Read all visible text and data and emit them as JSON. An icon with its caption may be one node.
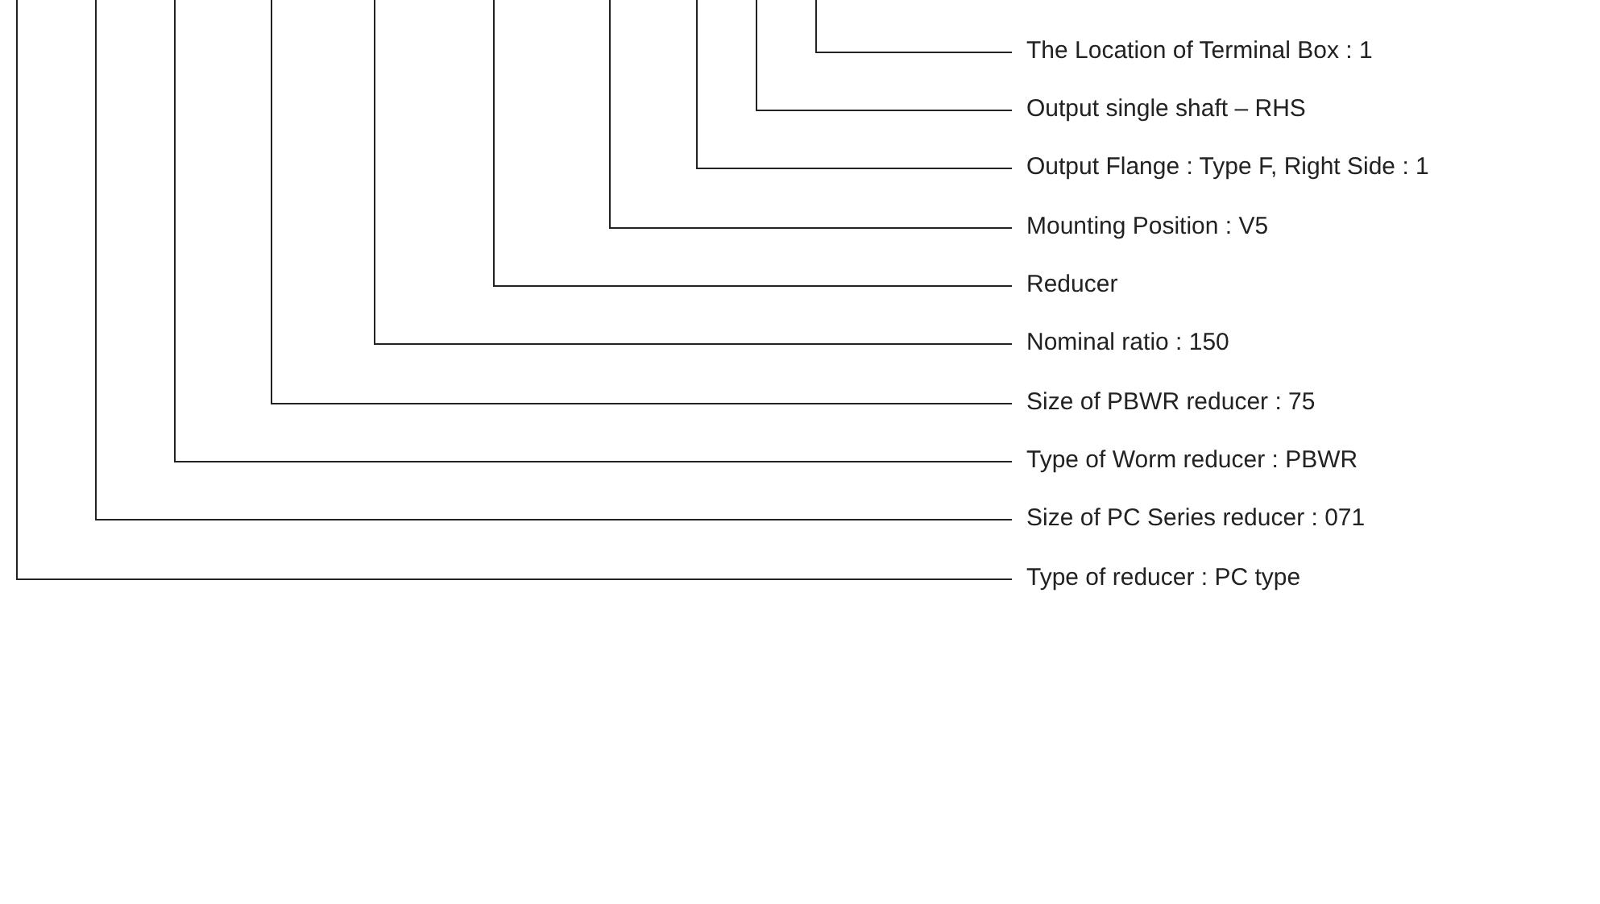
{
  "diagram": {
    "nodes": [
      {
        "text": [
          "The Location of Terminal Box : 1"
        ]
      },
      {
        "text": [
          "Output single shaft – RHS"
        ]
      },
      {
        "text": [
          "Output Flange : Type F, Right Side  : 1"
        ]
      },
      {
        "text": [
          "Mounting Position : V5"
        ]
      },
      {
        "text": [
          "Reducer"
        ]
      },
      {
        "text": [
          "Nominal ratio : 150"
        ]
      },
      {
        "text": [
          "Size of PBWR reducer : 75"
        ]
      },
      {
        "text": [
          "Type of Worm reducer : PBWR"
        ]
      },
      {
        "text": [
          "Size of PC Series reducer : 071"
        ]
      },
      {
        "text": [
          "Type of reducer : PC type"
        ]
      }
    ],
    "edges": [
      {
        "from": null,
        "to": 0,
        "arrow": "none"
      },
      {
        "from": null,
        "to": 1,
        "arrow": "none"
      },
      {
        "from": null,
        "to": 2,
        "arrow": "none"
      },
      {
        "from": null,
        "to": 3,
        "arrow": "none"
      },
      {
        "from": null,
        "to": 4,
        "arrow": "none"
      },
      {
        "from": null,
        "to": 5,
        "arrow": "none"
      },
      {
        "from": null,
        "to": 6,
        "arrow": "none"
      },
      {
        "from": null,
        "to": 7,
        "arrow": "none"
      },
      {
        "from": null,
        "to": 8,
        "arrow": "none"
      },
      {
        "from": null,
        "to": 9,
        "arrow": "none"
      }
    ]
  }
}
